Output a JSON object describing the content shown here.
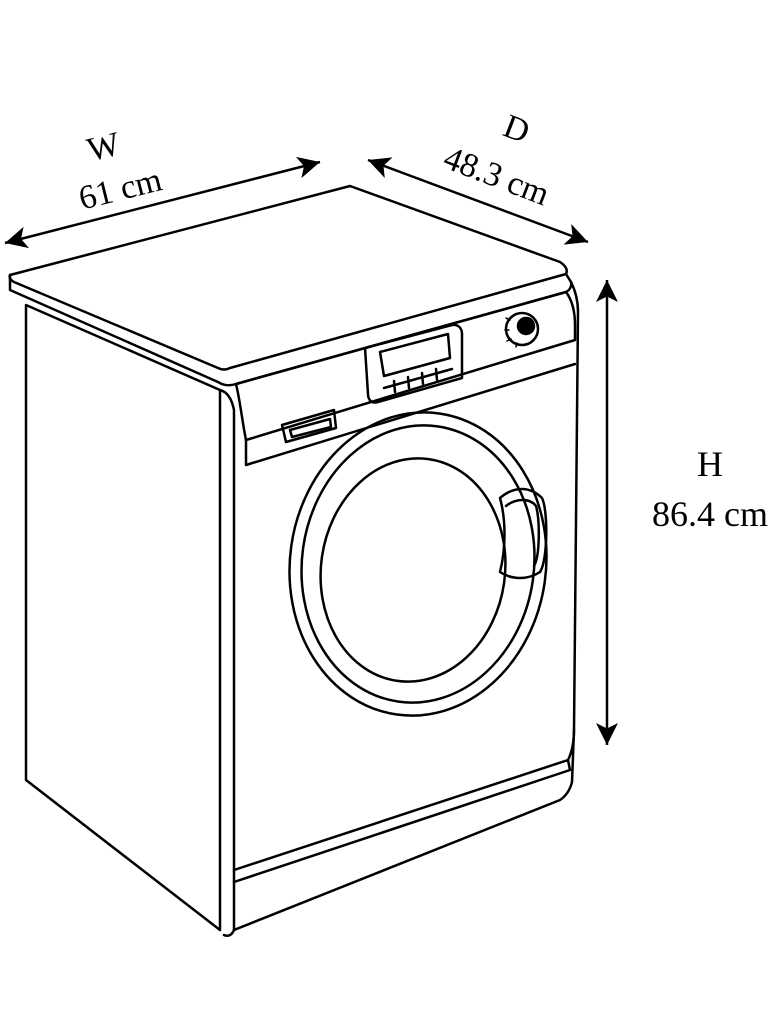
{
  "dimensions": {
    "width": {
      "letter": "W",
      "value": "61 cm"
    },
    "depth": {
      "letter": "D",
      "value": "48.3 cm"
    },
    "height": {
      "letter": "H",
      "value": "86.4 cm"
    }
  },
  "colors": {
    "line": "#000000",
    "background": "#ffffff"
  },
  "icons": {
    "arrow": "double-headed-arrow",
    "appliance": "front-load-washing-machine"
  }
}
